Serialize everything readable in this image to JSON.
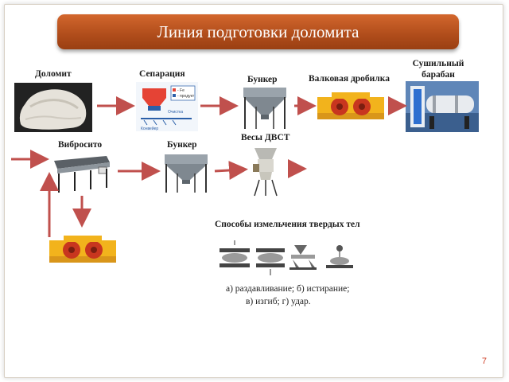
{
  "title": "Линия подготовки доломита",
  "labels": {
    "dolomite": "Доломит",
    "separation": "Сепарация",
    "bunker1": "Бункер",
    "roller_crusher": "Валковая дробилка",
    "dryer": "Сушильный барабан",
    "vibro_sieve": "Вибросито",
    "bunker2": "Бункер",
    "scales": "Весы ДВСТ"
  },
  "separation_legend": {
    "fe": "- Fe",
    "product": "- продукт",
    "clean": "Очистка",
    "conveyor": "Конвейер"
  },
  "grinding": {
    "heading": "Способы измельчения твердых тел",
    "caption_line1": "а) раздавливание; б) истирание;",
    "caption_line2": "в) изгиб; г) удар."
  },
  "page_number": "7",
  "colors": {
    "banner": "#b24e1c",
    "arrow": "#c0504d",
    "machine_yellow": "#f2b31c",
    "machine_red": "#c8361f"
  }
}
